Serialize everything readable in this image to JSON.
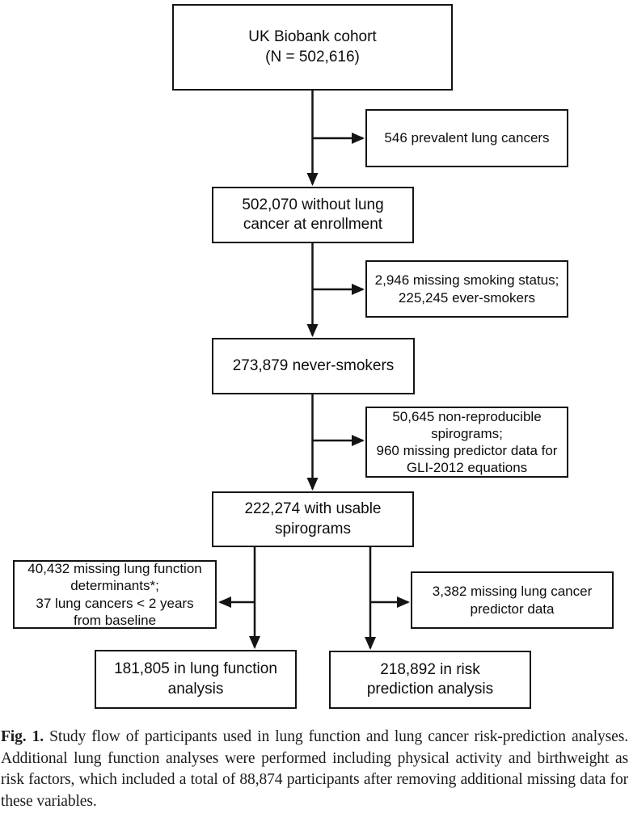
{
  "figure": {
    "type": "flowchart",
    "title": "Study flow of participants",
    "nodes": {
      "cohort": {
        "label": "UK Biobank cohort\n(N = 502,616)"
      },
      "prevalent": {
        "label": "546 prevalent lung cancers"
      },
      "no_cancer": {
        "label": "502,070 without lung\ncancer at enrollment"
      },
      "smoking_excl": {
        "label": "2,946 missing smoking status;\n225,245 ever-smokers"
      },
      "never_smokers": {
        "label": "273,879 never-smokers"
      },
      "spiro_excl": {
        "label": "50,645 non-reproducible\nspirograms;\n960 missing predictor data for\nGLI-2012 equations"
      },
      "usable": {
        "label": "222,274 with usable\nspirograms"
      },
      "lf_excl": {
        "label": "40,432 missing lung function\ndeterminants*;\n37 lung cancers < 2 years\nfrom baseline"
      },
      "risk_excl": {
        "label": "3,382 missing lung cancer\npredictor  data"
      },
      "lf_analysis": {
        "label": "181,805 in lung function\nanalysis"
      },
      "risk_analysis": {
        "label": "218,892 in risk\nprediction analysis"
      }
    },
    "edges": [
      {
        "from": "cohort",
        "to": "no_cancer"
      },
      {
        "from": "cohort",
        "to": "prevalent",
        "type": "exclusion"
      },
      {
        "from": "no_cancer",
        "to": "never_smokers"
      },
      {
        "from": "no_cancer",
        "to": "smoking_excl",
        "type": "exclusion"
      },
      {
        "from": "never_smokers",
        "to": "usable"
      },
      {
        "from": "never_smokers",
        "to": "spiro_excl",
        "type": "exclusion"
      },
      {
        "from": "usable",
        "to": "lf_analysis"
      },
      {
        "from": "usable",
        "to": "lf_excl",
        "type": "exclusion"
      },
      {
        "from": "usable",
        "to": "risk_analysis"
      },
      {
        "from": "usable",
        "to": "risk_excl",
        "type": "exclusion"
      }
    ],
    "colors": {
      "line": "#141414",
      "box_fill": "#ffffff",
      "text": "#0d0d0d"
    }
  },
  "caption": {
    "label": "Fig. 1.",
    "text": " Study flow of participants used in lung function and lung cancer risk-prediction analyses. Additional lung function analyses were performed including physical activity and birthweight as risk factors, which included a total of 88,874 participants after removing additional missing data for these variables."
  }
}
